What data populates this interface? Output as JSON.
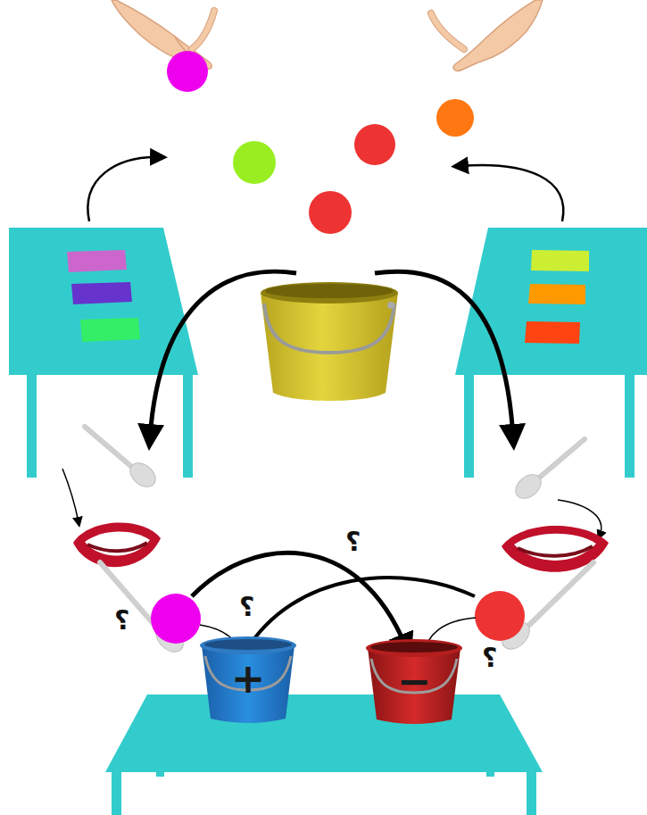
{
  "diagram": {
    "nodes": [
      {
        "text": [
          "+"
        ]
      },
      {
        "text": [
          "−"
        ]
      }
    ],
    "labels": [
      "؟",
      "؟",
      "؟",
      "؟"
    ]
  }
}
